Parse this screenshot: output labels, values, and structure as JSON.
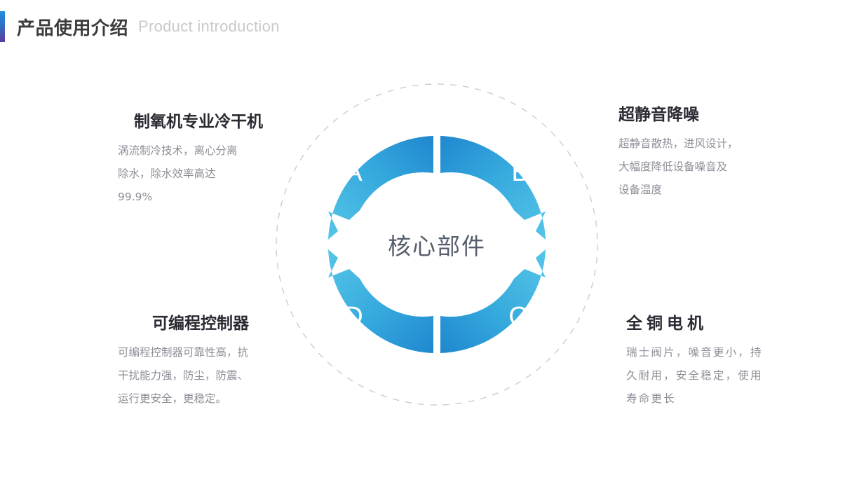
{
  "header": {
    "title": "产品使用介绍",
    "subtitle": "Product introduction",
    "accent_top_color": "#1a8fe0",
    "accent_bottom_color": "#5b3a9e"
  },
  "diagram": {
    "center_label": "核心部件",
    "outer_ring_style": "dashed",
    "outer_ring_color": "#cccccc",
    "arc_light_color": "#4ec1e5",
    "arc_dark_color": "#1f87cf",
    "segments": [
      {
        "key": "A",
        "label": "A",
        "position": "top-left"
      },
      {
        "key": "B",
        "label": "B",
        "position": "top-right"
      },
      {
        "key": "C",
        "label": "C",
        "position": "bottom-right"
      },
      {
        "key": "D",
        "label": "D",
        "position": "bottom-left"
      }
    ]
  },
  "features": [
    {
      "key": "A",
      "title": "制氧机专业冷干机",
      "body": "涡流制冷技术，离心分离\n除水，除水效率高达\n99.9%"
    },
    {
      "key": "B",
      "title": "超静音降噪",
      "body": "超静音散热，进风设计，\n大幅度降低设备噪音及\n设备温度"
    },
    {
      "key": "D",
      "title": "可编程控制器",
      "body": "可编程控制器可靠性高，抗\n干扰能力强，防尘，防震、\n运行更安全，更稳定。"
    },
    {
      "key": "C",
      "title": "全铜电机",
      "body": "瑞士阀片，噪音更小，持\n久耐用，安全稳定，使用\n寿命更长"
    }
  ]
}
